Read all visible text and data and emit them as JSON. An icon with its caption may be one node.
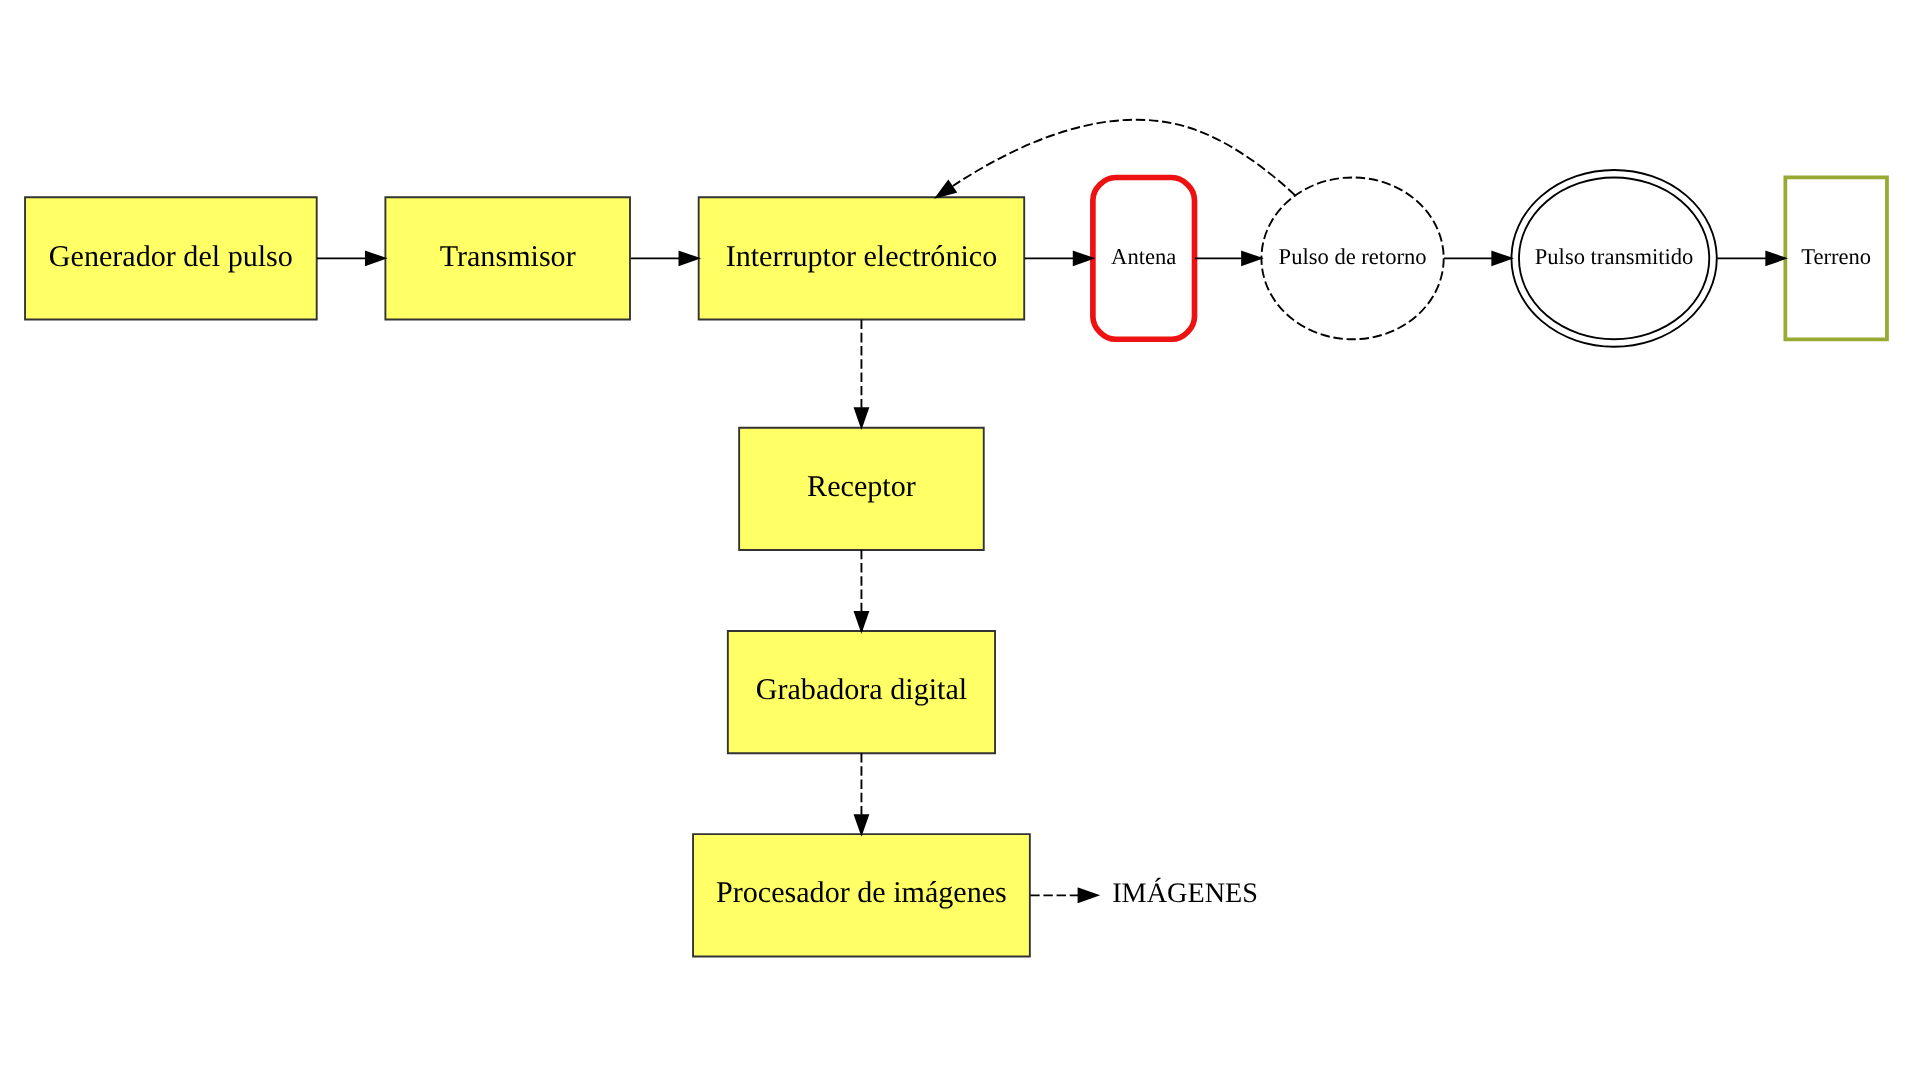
{
  "diagram": {
    "nodes": [
      {
        "text": [
          "Generador del pulso"
        ]
      },
      {
        "text": [
          "Transmisor"
        ]
      },
      {
        "text": [
          "Interruptor electrónico"
        ]
      },
      {
        "text": [
          "Receptor"
        ]
      },
      {
        "text": [
          "Grabadora digital"
        ]
      },
      {
        "text": [
          "Procesador de imágenes"
        ]
      },
      {
        "text": [
          "IMÁGENES"
        ]
      },
      {
        "text": [
          "Antena"
        ]
      },
      {
        "text": [
          "Pulso de retorno"
        ]
      },
      {
        "text": [
          "Pulso transmitido"
        ]
      },
      {
        "text": [
          "Terreno"
        ]
      }
    ],
    "edges": [
      {
        "from": 0,
        "to": 1,
        "arrow": "to"
      },
      {
        "from": 1,
        "to": 2,
        "arrow": "to"
      },
      {
        "from": 2,
        "to": 7,
        "arrow": "to"
      },
      {
        "from": 7,
        "to": 8,
        "arrow": "to"
      },
      {
        "from": 8,
        "to": 9,
        "arrow": "to"
      },
      {
        "from": 9,
        "to": 10,
        "arrow": "to"
      },
      {
        "from": 8,
        "to": 2,
        "arrow": "to",
        "style": "dashed"
      },
      {
        "from": 2,
        "to": 3,
        "arrow": "to",
        "style": "dashed"
      },
      {
        "from": 3,
        "to": 4,
        "arrow": "to",
        "style": "dashed"
      },
      {
        "from": 4,
        "to": 5,
        "arrow": "to",
        "style": "dashed"
      },
      {
        "from": 5,
        "to": 6,
        "arrow": "to",
        "style": "dashed"
      }
    ]
  }
}
